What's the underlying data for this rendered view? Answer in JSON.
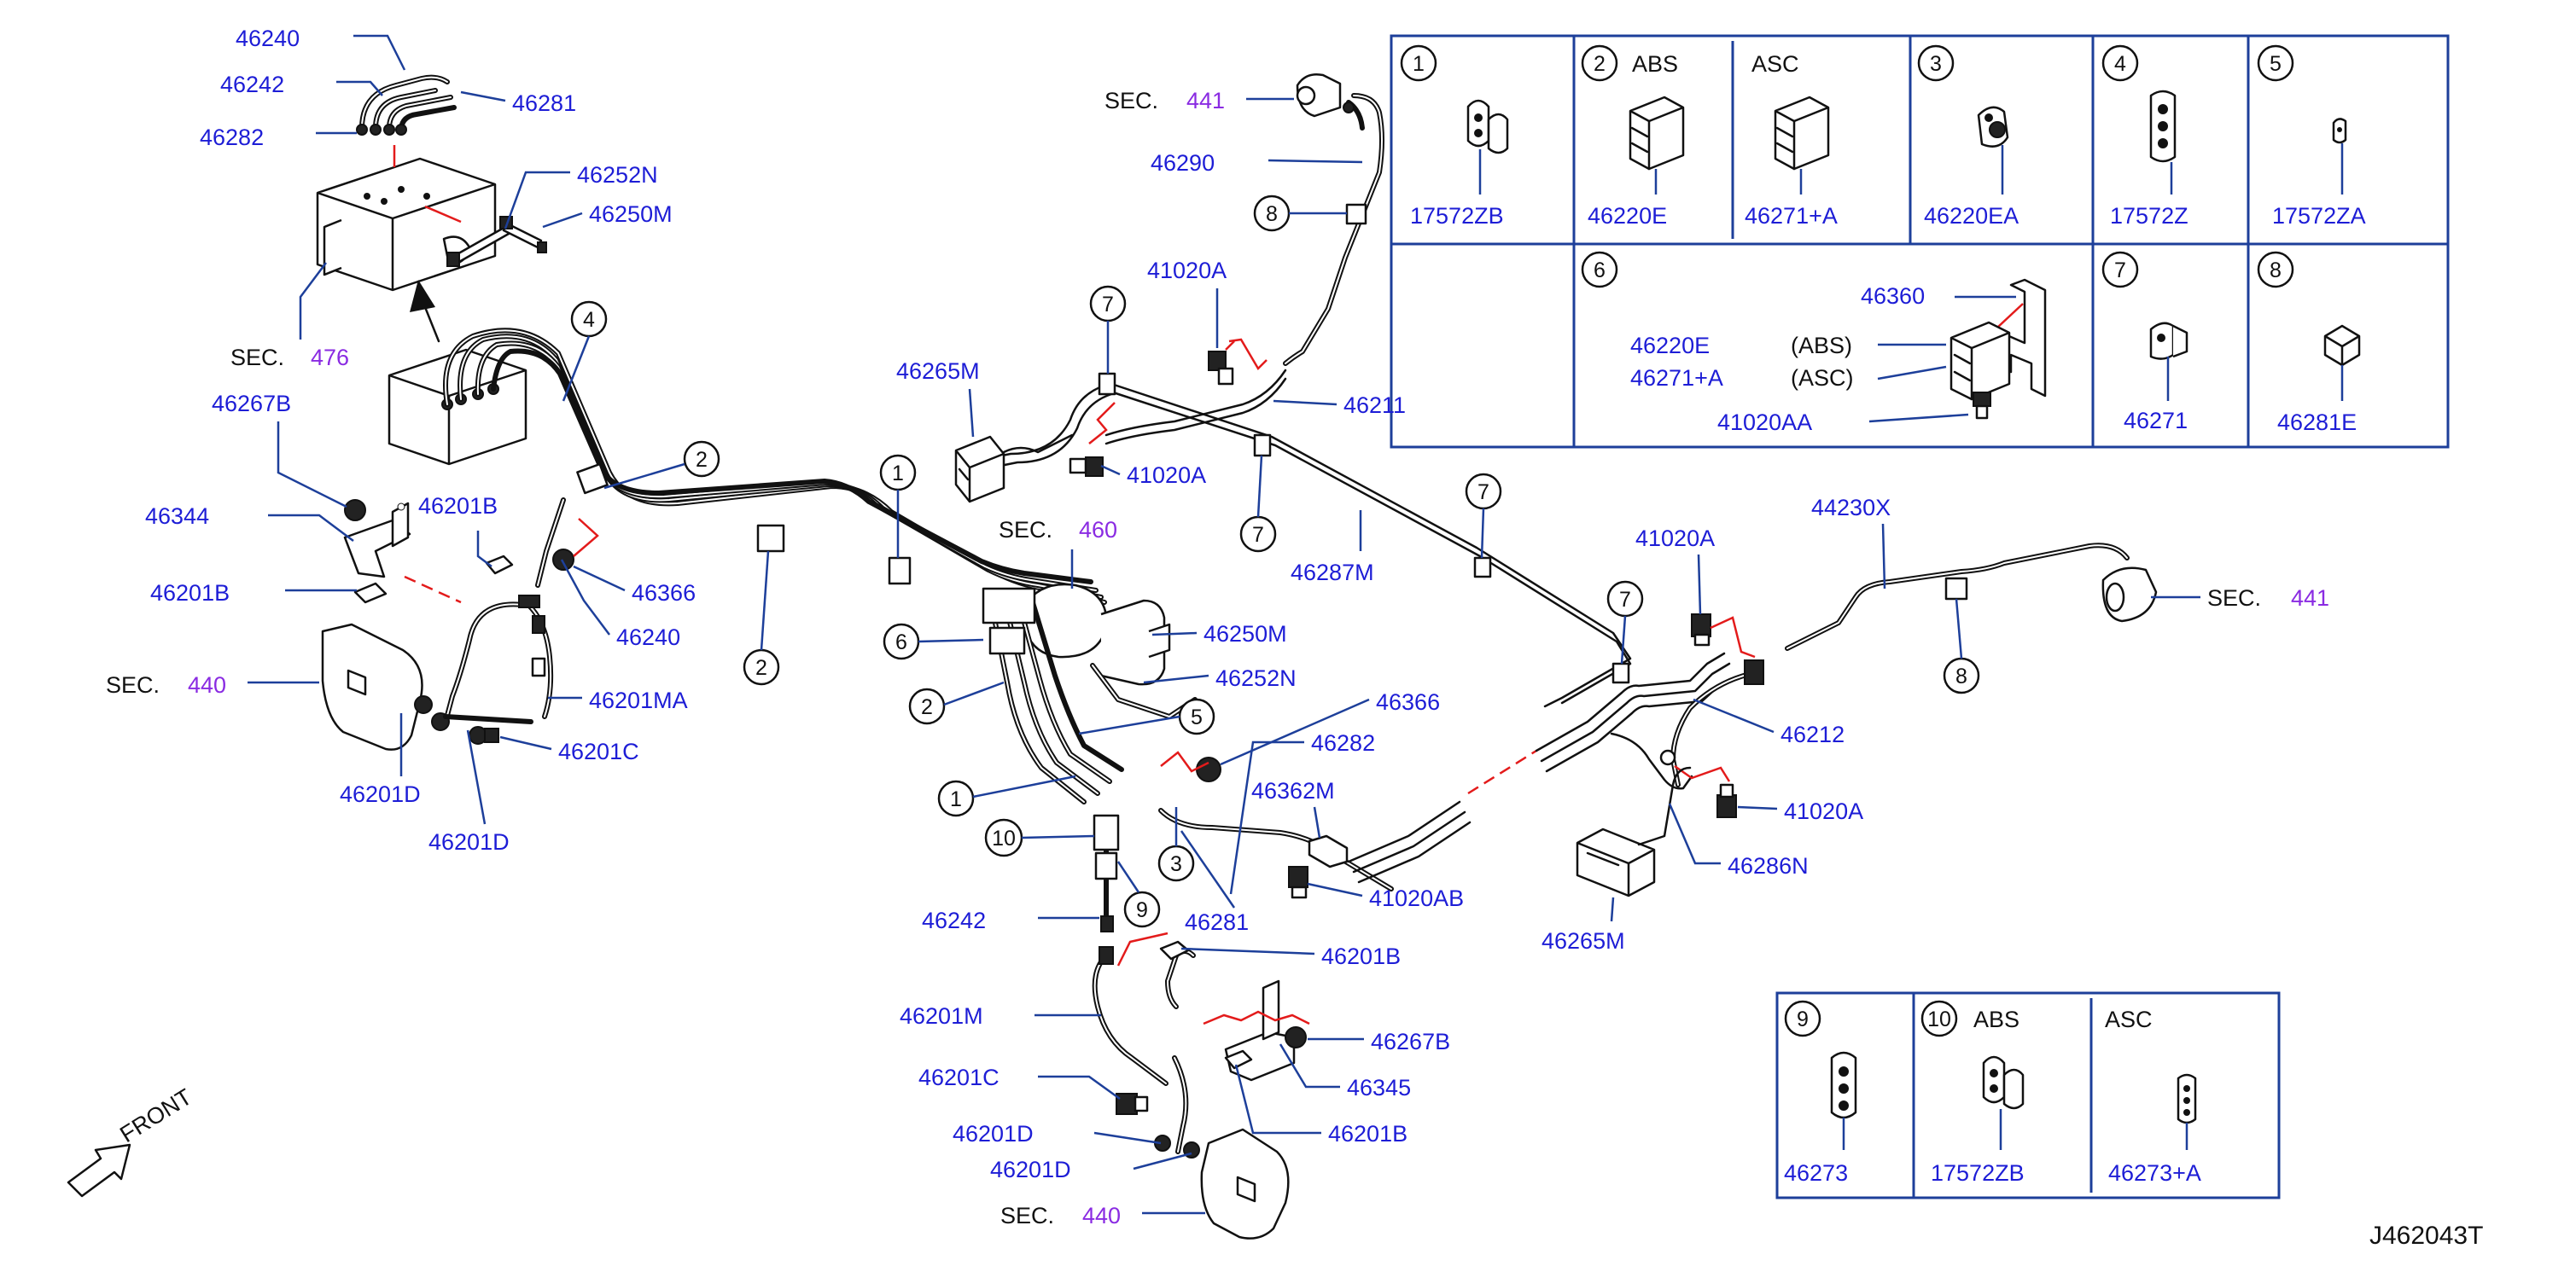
{
  "diagram_id": "J462043T",
  "front_label": "FRONT",
  "sec_label": "SEC.",
  "sections": [
    "441",
    "476",
    "440",
    "460",
    "441",
    "440"
  ],
  "callouts": [
    "1",
    "2",
    "2",
    "3",
    "4",
    "5",
    "6",
    "7",
    "7",
    "7",
    "7",
    "8",
    "8",
    "9",
    "10",
    "1",
    "2"
  ],
  "parts": {
    "p46240a": "46240",
    "p46242a": "46242",
    "p46282a": "46282",
    "p46281a": "46281",
    "p46252Na": "46252N",
    "p46250Ma": "46250M",
    "p46267Ba": "46267B",
    "p46344": "46344",
    "p46201Ba": "46201B",
    "p46201Bb": "46201B",
    "p46366a": "46366",
    "p46240b": "46240",
    "p46201MA": "46201MA",
    "p46201Ca": "46201C",
    "p46201Da": "46201D",
    "p46201Db": "46201D",
    "p46290": "46290",
    "p41020Aa": "41020A",
    "p46265Ma": "46265M",
    "p46211": "46211",
    "p41020Ab": "41020A",
    "p46287M": "46287M",
    "p46250Mb": "46250M",
    "p46252Nb": "46252N",
    "p46366b": "46366",
    "p46282b": "46282",
    "p46362M": "46362M",
    "p41020AB": "41020AB",
    "p46242b": "46242",
    "p46281b": "46281",
    "p46201Bc": "46201B",
    "p46201M": "46201M",
    "p46267Bb": "46267B",
    "p46201Cb": "46201C",
    "p46345": "46345",
    "p46201Dc": "46201D",
    "p46201Bd": "46201B",
    "p46201Dd": "46201D",
    "p41020Ac": "41020A",
    "p44230X": "44230X",
    "p46212": "46212",
    "p41020Ad": "41020A",
    "p46286N": "46286N",
    "p46265Mb": "46265M"
  },
  "legend": {
    "abs": "ABS",
    "asc": "ASC",
    "c1": "17572ZB",
    "c2abs": "46220E",
    "c2asc": "46271+A",
    "c3": "46220EA",
    "c4": "17572Z",
    "c5": "17572ZA",
    "c6_bracket": "46360",
    "c6_abs_part": "46220E",
    "c6_abs_note": "(ABS)",
    "c6_asc_part": "46271+A",
    "c6_asc_note": "(ASC)",
    "c6_bolt": "41020AA",
    "c7": "46271",
    "c8": "46281E",
    "c9": "46273",
    "c10abs": "17572ZB",
    "c10asc": "46273+A"
  }
}
